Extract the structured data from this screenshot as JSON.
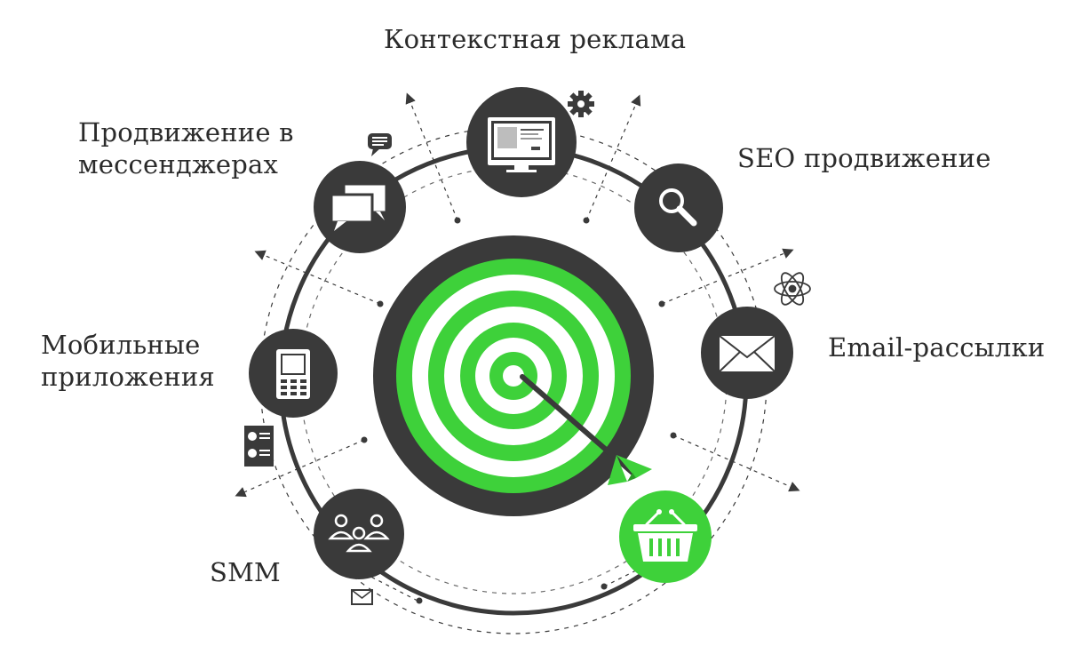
{
  "labels": {
    "context_ads": "Контекстная реклама",
    "messengers": [
      "Продвижение в",
      "мессенджерах"
    ],
    "seo": "SEO продвижение",
    "mobile": [
      "Мобильные",
      "приложения"
    ],
    "email": "Email-рассылки",
    "smm": "SMM"
  },
  "nodes": [
    {
      "id": "context-ads",
      "icon": "monitor-icon"
    },
    {
      "id": "messengers",
      "icon": "chat-bubbles-icon"
    },
    {
      "id": "seo",
      "icon": "magnifier-icon"
    },
    {
      "id": "mobile",
      "icon": "mobile-phone-icon"
    },
    {
      "id": "email",
      "icon": "envelope-icon"
    },
    {
      "id": "smm",
      "icon": "people-group-icon"
    },
    {
      "id": "shopping",
      "icon": "shopping-basket-icon",
      "highlighted": true
    }
  ],
  "target": {
    "icon": "target-icon",
    "arrow": "arrow-icon"
  },
  "colors": {
    "dark": "#3a3a3a",
    "green": "#3ed13a",
    "text": "#2b2b2b",
    "white": "#ffffff"
  }
}
